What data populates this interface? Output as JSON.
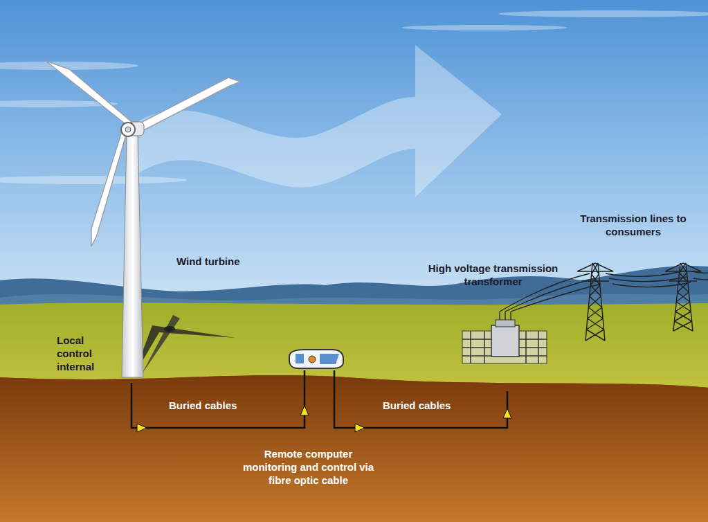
{
  "diagram": {
    "labels": [
      "Wind turbine",
      "Local control internal",
      "High voltage transmission transformer",
      "Transmission lines to consumers",
      "Buried cables",
      "Buried cables",
      "Remote computer monitoring and control via fibre optic cable"
    ]
  }
}
